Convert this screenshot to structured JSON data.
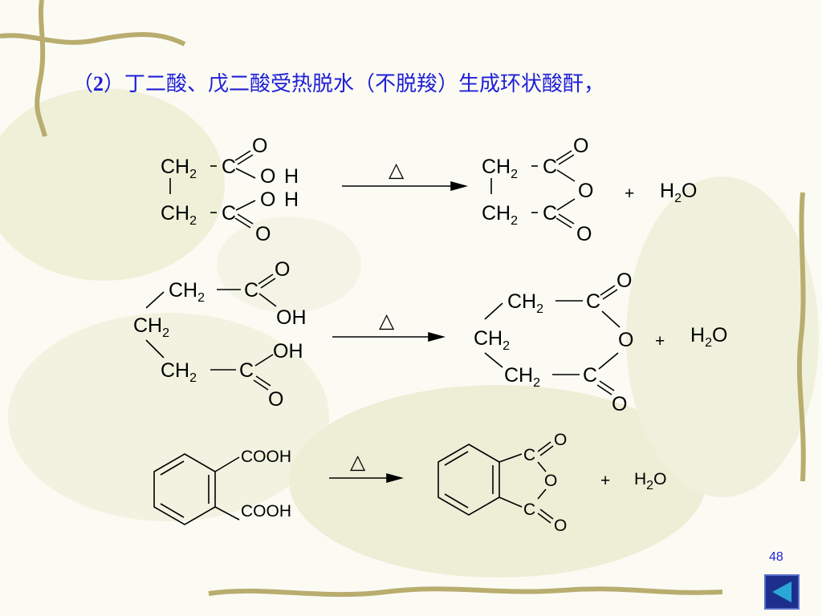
{
  "slide": {
    "title_open": "（",
    "title_num": "2",
    "title_rest": "）丁二酸、戊二酸受热脱水（不脱羧）生成环状酸酐，",
    "page_number": "48"
  },
  "chem": {
    "O": "O",
    "H": "H",
    "OH": "OH",
    "C": "C",
    "CH": "CH",
    "sub2": "2",
    "H2": "H",
    "COOH": "COOH",
    "plus": "+",
    "delta": "△"
  },
  "colors": {
    "title": "#1f1fd6",
    "nav_button": "#1d2f8c",
    "nav_arrow": "#2aa7d9"
  },
  "icons": {
    "nav": "back-arrow-icon"
  }
}
